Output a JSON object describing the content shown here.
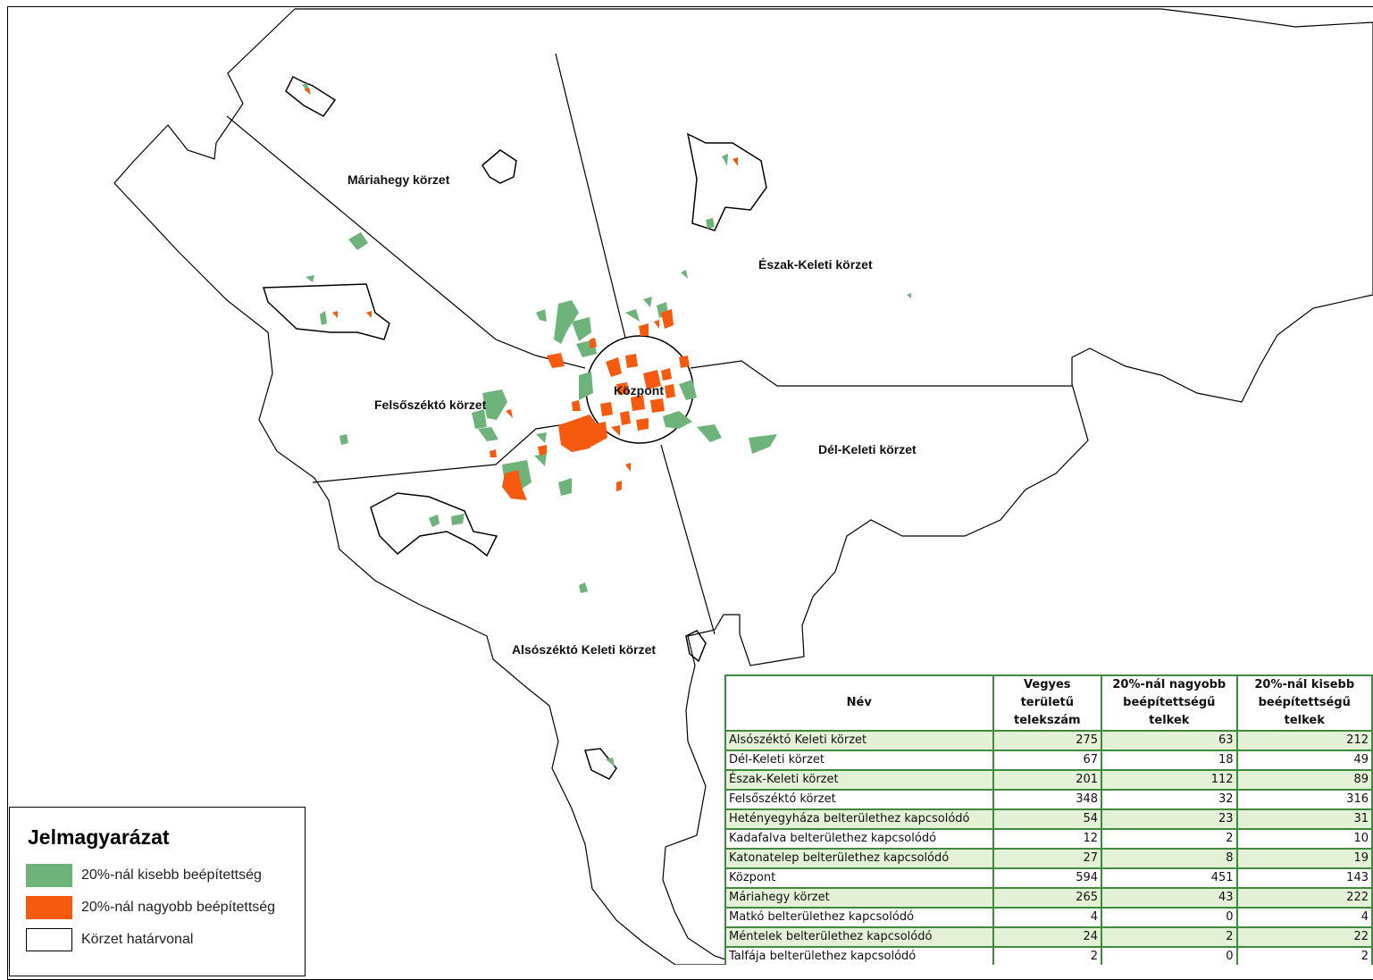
{
  "colors": {
    "low_density": "#6db37a",
    "high_density": "#f55a0e",
    "boundary": "#000000",
    "table_border": "#3f8a3f",
    "table_alt_row": "#e3f1d7"
  },
  "districts": {
    "mariahegy": "Máriahegy körzet",
    "eszak_keleti": "Észak-Keleti körzet",
    "kozpont": "Központ",
    "felsoszekto": "Felsőszéktó körzet",
    "del_keleti": "Dél-Keleti körzet",
    "alsoszekto": "Alsószéktó Keleti körzet"
  },
  "legend": {
    "title": "Jelmagyarázat",
    "items": [
      {
        "label": "20%-nál kisebb beépítettség",
        "color": "#6db37a",
        "icon": "green-swatch"
      },
      {
        "label": "20%-nál nagyobb beépítettség",
        "color": "#f55a0e",
        "icon": "orange-swatch"
      },
      {
        "label": "Körzet határvonal",
        "color": "#ffffff",
        "icon": "outline-swatch"
      }
    ]
  },
  "table": {
    "headers": {
      "name": "Név",
      "mixed_lines": [
        "Vegyes területű",
        "telekszám"
      ],
      "above_lines": [
        "20%-nál nagyobb",
        "beépítettségű telkek"
      ],
      "below_lines": [
        "20%-nál kisebb",
        "beépítettségű telkek"
      ]
    },
    "rows": [
      {
        "name": "Alsószéktó Keleti körzet",
        "mixed": "275",
        "above": "63",
        "below": "212"
      },
      {
        "name": "Dél-Keleti körzet",
        "mixed": "67",
        "above": "18",
        "below": "49"
      },
      {
        "name": "Észak-Keleti körzet",
        "mixed": "201",
        "above": "112",
        "below": "89"
      },
      {
        "name": "Felsőszéktó körzet",
        "mixed": "348",
        "above": "32",
        "below": "316"
      },
      {
        "name": "Hetényegyháza belterülethez kapcsolódó",
        "mixed": "54",
        "above": "23",
        "below": "31"
      },
      {
        "name": "Kadafalva belterülethez kapcsolódó",
        "mixed": "12",
        "above": "2",
        "below": "10"
      },
      {
        "name": "Katonatelep belterülethez kapcsolódó",
        "mixed": "27",
        "above": "8",
        "below": "19"
      },
      {
        "name": "Központ",
        "mixed": "594",
        "above": "451",
        "below": "143"
      },
      {
        "name": "Máriahegy körzet",
        "mixed": "265",
        "above": "43",
        "below": "222"
      },
      {
        "name": "Matkó belterülethez kapcsolódó",
        "mixed": "4",
        "above": "0",
        "below": "4"
      },
      {
        "name": "Méntelek belterülethez kapcsolódó",
        "mixed": "24",
        "above": "2",
        "below": "22"
      },
      {
        "name": "Talfája belterülethez kapcsolódó",
        "mixed": "2",
        "above": "0",
        "below": "2"
      }
    ]
  }
}
